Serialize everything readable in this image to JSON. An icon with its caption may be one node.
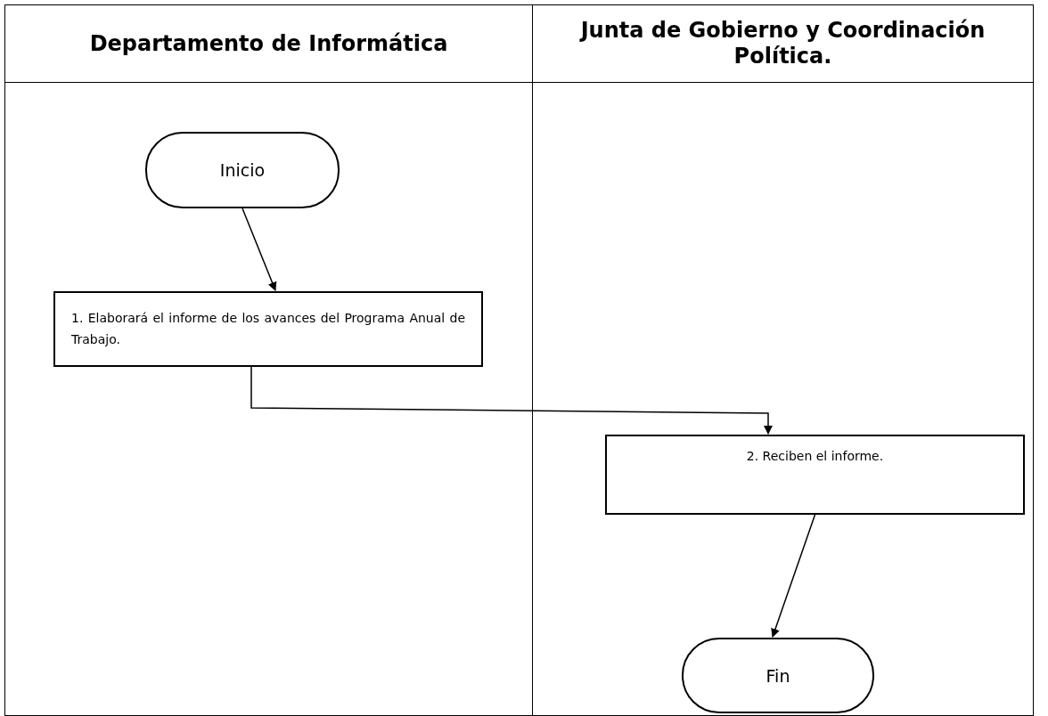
{
  "diagram": {
    "nodes": [
      {
        "text": [
          "Departamento de Informática"
        ]
      },
      {
        "text": [
          "Junta de Gobierno y Coordinación Política."
        ]
      },
      {
        "text": [
          "Inicio"
        ],
        "in": 0
      },
      {
        "text": [
          "1. Elaborará el informe de los avances del Programa Anual de Trabajo."
        ],
        "in": 0
      },
      {
        "text": [
          "2. Reciben el informe."
        ],
        "in": 1
      },
      {
        "text": [
          "Fin"
        ],
        "in": 1
      }
    ],
    "edges": [
      {
        "from": 2,
        "to": 3,
        "arrow": "to"
      },
      {
        "from": 3,
        "to": 4,
        "arrow": "to"
      },
      {
        "from": 4,
        "to": 5,
        "arrow": "to"
      }
    ]
  }
}
